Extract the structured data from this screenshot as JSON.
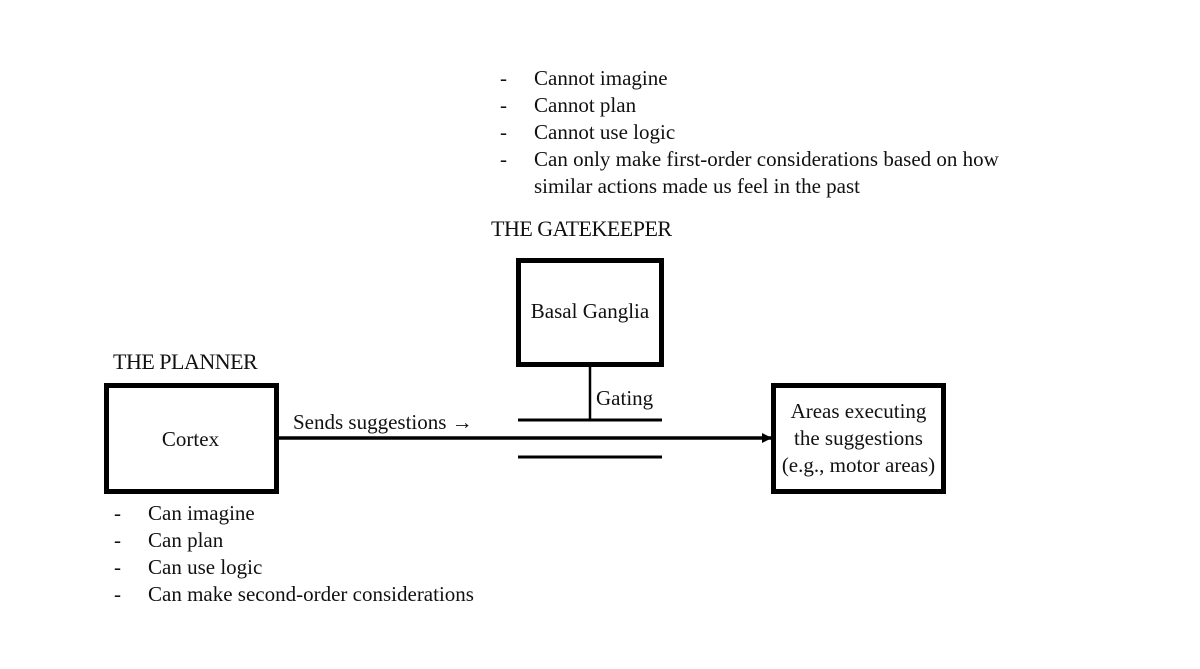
{
  "gatekeeper": {
    "heading": "THE GATEKEEPER",
    "box_label": "Basal Ganglia",
    "gating_label": "Gating",
    "traits": [
      {
        "bullet": "-",
        "text": "Cannot imagine"
      },
      {
        "bullet": "-",
        "text": "Cannot plan"
      },
      {
        "bullet": "-",
        "text": "Cannot use logic"
      },
      {
        "bullet": "-",
        "text": "Can only make first-order considerations based on how"
      },
      {
        "bullet": "",
        "text": "similar actions made us feel in the past"
      }
    ]
  },
  "planner": {
    "heading": "THE PLANNER",
    "box_label": "Cortex",
    "traits": [
      {
        "bullet": "-",
        "text": "Can imagine"
      },
      {
        "bullet": "-",
        "text": "Can plan"
      },
      {
        "bullet": "-",
        "text": "Can use logic"
      },
      {
        "bullet": "-",
        "text": "Can make second-order considerations"
      }
    ]
  },
  "connection": {
    "label": "Sends suggestions →"
  },
  "executor": {
    "line1": "Areas executing",
    "line2": "the suggestions",
    "line3": "(e.g., motor areas)"
  },
  "colors": {
    "ink": "#000000",
    "background": "#ffffff"
  }
}
